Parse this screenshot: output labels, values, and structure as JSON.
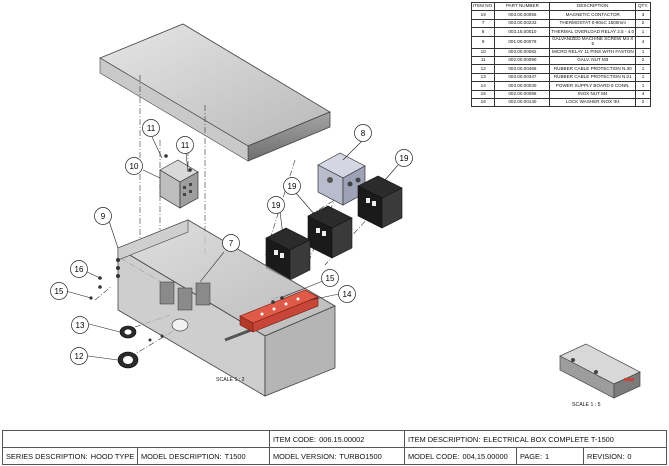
{
  "bom": {
    "headers": [
      "ITEM NO.",
      "PART NUMBER",
      "DESCRIPTION",
      "QTY."
    ],
    "rows": [
      {
        "item": "19",
        "part": "003.00.00056",
        "desc": "MAGNETIC CONTACTOR",
        "qty": "3"
      },
      {
        "item": "7",
        "part": "003.00.00233",
        "desc": "THERMOSTAT 0-90oC 1500mm",
        "qty": "2"
      },
      {
        "item": "8",
        "part": "003.15.00010",
        "desc": "THERMAL OVERLOAD RELAY 2.5 - 4.0",
        "qty": "1"
      },
      {
        "item": "9",
        "part": "001.00.00076",
        "desc": "GALVANIZED MACHINE SCREW M4 X 5",
        "qty": "4"
      },
      {
        "item": "10",
        "part": "003.00.00082",
        "desc": "MICRO RELAY 11 PINS WITH FASTON",
        "qty": "1"
      },
      {
        "item": "11",
        "part": "002.00.00090",
        "desc": "GALV. NUT M3",
        "qty": "2"
      },
      {
        "item": "12",
        "part": "003.00.00466",
        "desc": "RUBBER CABLE PROTECTION N.30",
        "qty": "1"
      },
      {
        "item": "13",
        "part": "003.00.00347",
        "desc": "RUBBER CABLE PROTECTION N.01",
        "qty": "1"
      },
      {
        "item": "14",
        "part": "003.00.00030",
        "desc": "POWER SUPPLY BOARD 6 CONN.",
        "qty": "1"
      },
      {
        "item": "15",
        "part": "002.00.00095",
        "desc": "INOX NUT M4",
        "qty": "4"
      },
      {
        "item": "16",
        "part": "002.00.00140",
        "desc": "LOCK WASHER INOX Φ4",
        "qty": "2"
      }
    ]
  },
  "balloons": {
    "b8": "8",
    "b19a": "19",
    "b19b": "19",
    "b19c": "19",
    "b11a": "11",
    "b11b": "11",
    "b10": "10",
    "b9": "9",
    "b7": "7",
    "b16": "16",
    "b15a": "15",
    "b15b": "15",
    "b13": "13",
    "b12": "12",
    "b14": "14"
  },
  "scales": {
    "main": "SCALE 1 : 2",
    "detail": "SCALE 1 : 5"
  },
  "title_block": {
    "item_code_label": "ITEM CODE:",
    "item_code": "006.15.00002",
    "item_desc_label": "ITEM DESCRIPTION:",
    "item_desc": "ELECTRICAL BOX COMPLETE T-1500",
    "series_label": "SERIES DESCRIPTION:",
    "series": "HOOD TYPE",
    "model_desc_label": "MODEL DESCRIPTION:",
    "model_desc": "T1500",
    "model_version_label": "MODEL VERSION:",
    "model_version": "TURBO1500",
    "model_code_label": "MODEL CODE:",
    "model_code": "004,15.00000",
    "page_label": "PAGE:",
    "page": "1",
    "revision_label": "REVISION:",
    "revision": "0"
  }
}
